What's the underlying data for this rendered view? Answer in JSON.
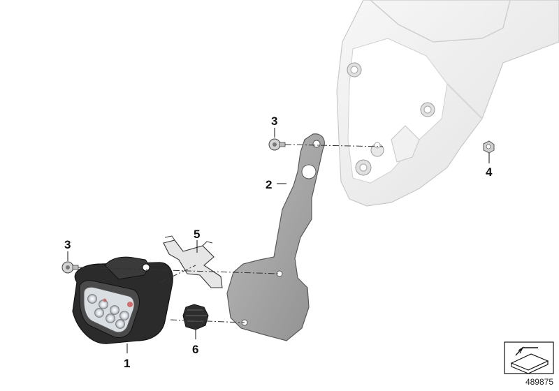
{
  "callouts": {
    "part_1": "1",
    "part_2": "2",
    "part_3_upper": "3",
    "part_3_lower": "3",
    "part_4": "4",
    "part_5": "5",
    "part_6": "6"
  },
  "reference_number": "489875",
  "icons": {
    "direction_indicator": "arrow-plate-icon"
  },
  "colors": {
    "frame": "#eeeeee",
    "bracket": "#a9a9a9",
    "lamp_housing": "#2b2b2b",
    "lines": "#333333"
  }
}
